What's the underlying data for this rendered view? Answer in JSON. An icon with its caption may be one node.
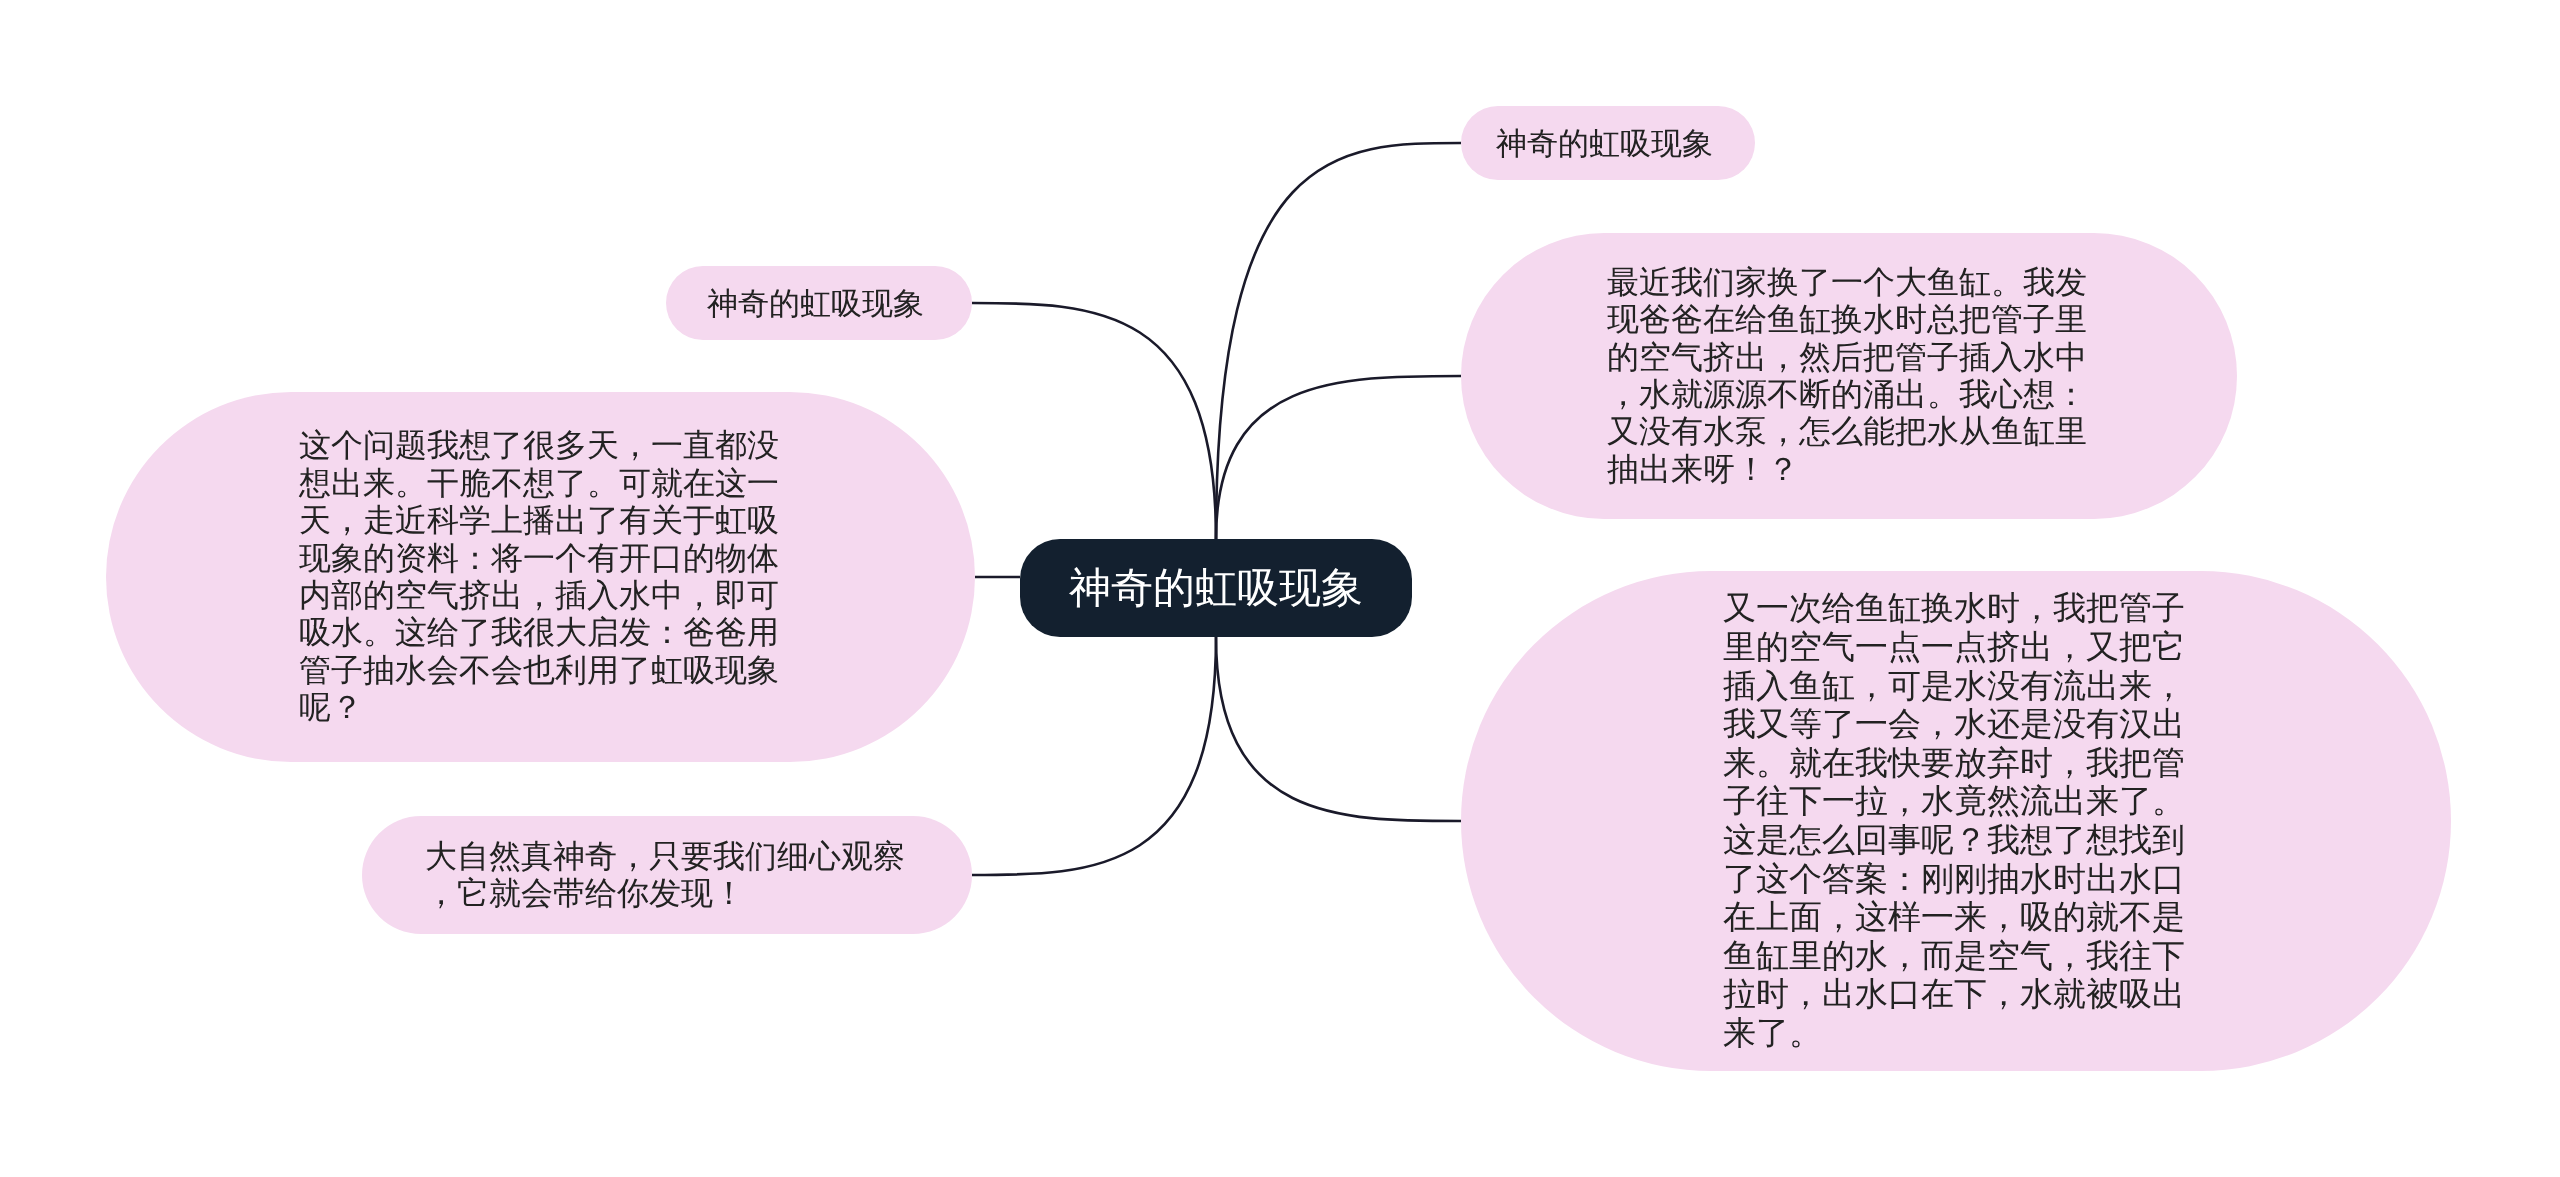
{
  "diagram": {
    "nodes": [
      {
        "text": [
          "神奇的虹吸现象"
        ]
      },
      {
        "text": [
          "神奇的虹吸现象"
        ]
      },
      {
        "text": [
          "最近我们家换了一个大鱼缸。我发现爸爸在给鱼缸换水时总把管子里的空气挤出，然后把管子插入水中，水就源源不断的涌出。我心想：又没有水泵，怎么能把水从鱼缸里抽出来呀！？"
        ]
      },
      {
        "text": [
          "又一次给鱼缸换水时，我把管子里的空气一点一点挤出，又把它插入鱼缸，可是水没有流出来，我又等了一会，水还是没有汉出来。就在我快要放弃时，我把管子往下一拉，水竟然流出来了。这是怎么回事呢？我想了想找到了这个答案：刚刚抽水时出水口在上面，这样一来，吸的就不是鱼缸里的水，而是空气，我往下拉时，出水口在下，水就被吸出来了。"
        ]
      },
      {
        "text": [
          "神奇的虹吸现象"
        ]
      },
      {
        "text": [
          "这个问题我想了很多天，一直都没想出来。干脆不想了。可就在这一天，走近科学上播出了有关于虹吸现象的资料：将一个有开口的物体内部的空气挤出，插入水中，即可吸水。这给了我很大启发：爸爸用管子抽水会不会也利用了虹吸现象呢？"
        ]
      },
      {
        "text": [
          "大自然真神奇，只要我们细心观察，它就会带给你发现！"
        ]
      }
    ],
    "edges": [
      {
        "from": 0,
        "to": 1,
        "arrow": "none"
      },
      {
        "from": 0,
        "to": 2,
        "arrow": "none"
      },
      {
        "from": 0,
        "to": 3,
        "arrow": "none"
      },
      {
        "from": 0,
        "to": 4,
        "arrow": "none"
      },
      {
        "from": 0,
        "to": 5,
        "arrow": "none"
      },
      {
        "from": 0,
        "to": 6,
        "arrow": "none"
      }
    ]
  }
}
